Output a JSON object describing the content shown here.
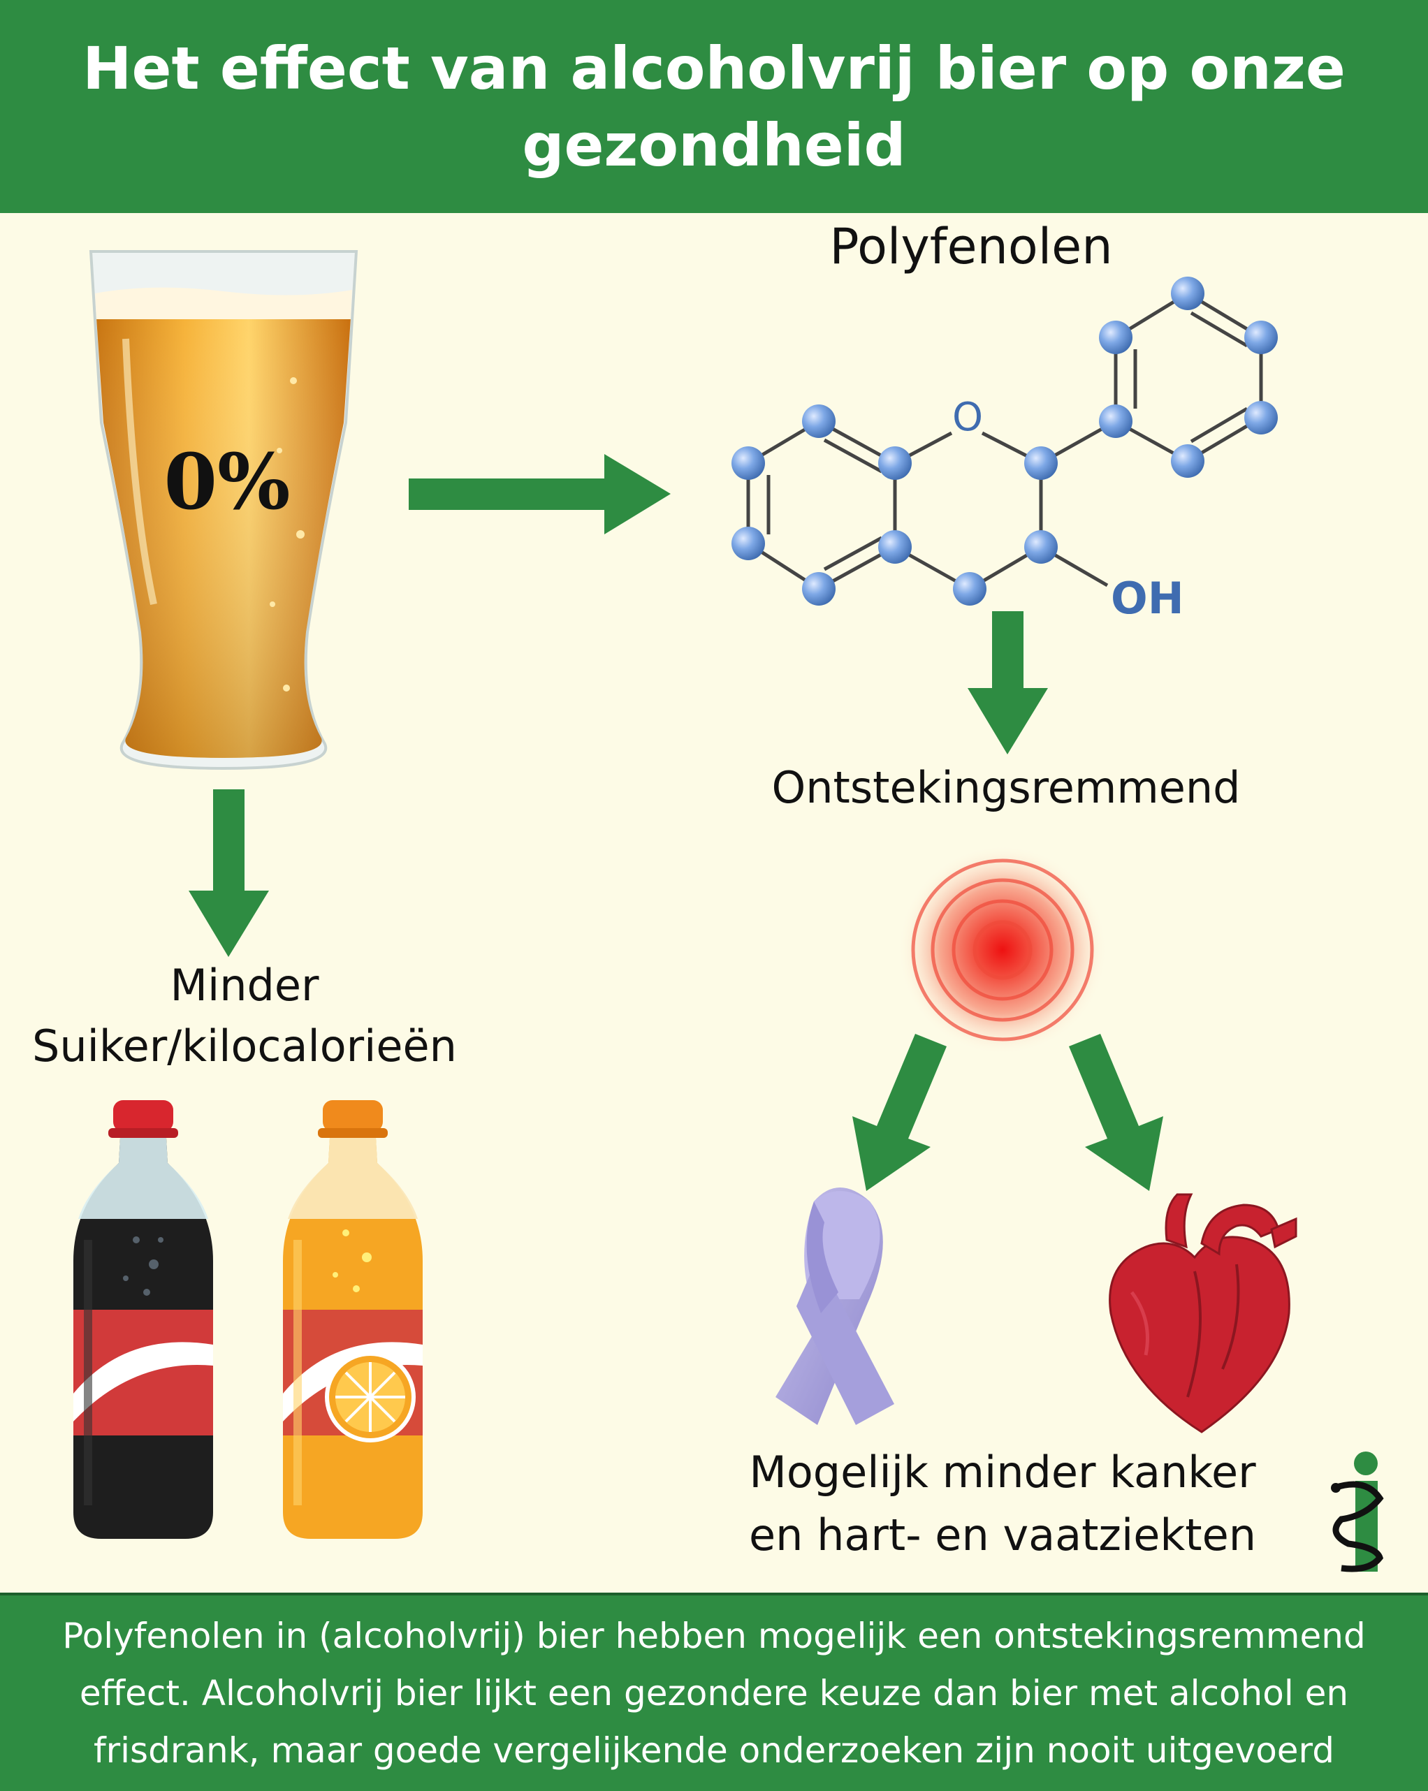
{
  "header": {
    "title": "Het effect van alcoholvrij bier op onze gezondheid"
  },
  "glass": {
    "percentage": "0%"
  },
  "molecule": {
    "title": "Polyfenolen",
    "atom_o": "O",
    "group_oh": "OH"
  },
  "labels": {
    "anti_inflammatory": "Ontstekingsremmend",
    "less_sugar_line1": "Minder",
    "less_sugar_line2": "Suiker/kilocalorieën",
    "outcome_line1": "Mogelijk minder kanker",
    "outcome_line2": "en hart- en vaatziekten"
  },
  "footer": {
    "text": "Polyfenolen in (alcoholvrij) bier hebben mogelijk een ontstekingsremmend effect. Alcoholvrij bier lijkt een gezondere keuze dan  bier  met alcohol en frisdrank, maar goede vergelijkende onderzoeken zijn nooit uitgevoerd"
  },
  "colors": {
    "brand_green": "#2e8c42",
    "background": "#fdfbe6",
    "atom_blue": "#6d9ee0"
  },
  "icons": [
    "beer-glass-icon",
    "arrow-right-icon",
    "arrow-down-icon",
    "molecule-icon",
    "inflammation-target-icon",
    "awareness-ribbon-icon",
    "heart-icon",
    "cola-bottle-icon",
    "orange-soda-bottle-icon",
    "logo-icon"
  ]
}
